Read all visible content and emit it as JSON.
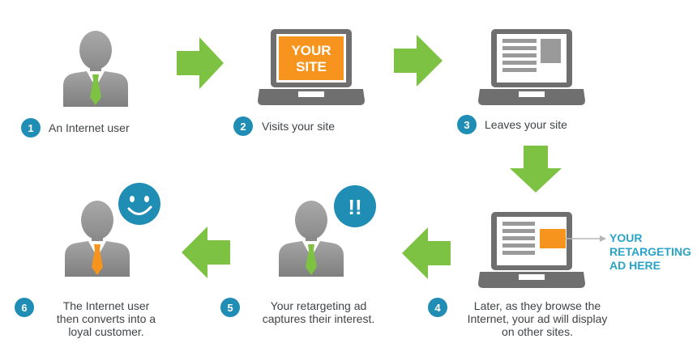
{
  "colors": {
    "green": "#7dc242",
    "teal": "#1f8db4",
    "gray": "#909090",
    "laptop": "#6f6f6f",
    "orange": "#f7941d",
    "callout": "#2aa3c9"
  },
  "steps": [
    {
      "num": "1",
      "lines": [
        "An Internet user"
      ]
    },
    {
      "num": "2",
      "lines": [
        "Visits your site"
      ]
    },
    {
      "num": "3",
      "lines": [
        "Leaves your site"
      ]
    },
    {
      "num": "4",
      "lines": [
        "Later, as they browse the",
        "Internet, your ad will display",
        "on other sites."
      ]
    },
    {
      "num": "5",
      "lines": [
        "Your retargeting ad",
        "captures their interest."
      ]
    },
    {
      "num": "6",
      "lines": [
        "The Internet user",
        "then converts into a",
        "loyal customer."
      ]
    }
  ],
  "screen_text": [
    "YOUR",
    "SITE"
  ],
  "callout": [
    "YOUR",
    "RETARGETING",
    "AD HERE"
  ],
  "bubble_text": "!!",
  "icons": {
    "user": "person-icon",
    "laptop": "laptop-icon",
    "arrow": "arrow-icon",
    "smile": "smiley-icon",
    "alert": "exclamation-icon"
  }
}
